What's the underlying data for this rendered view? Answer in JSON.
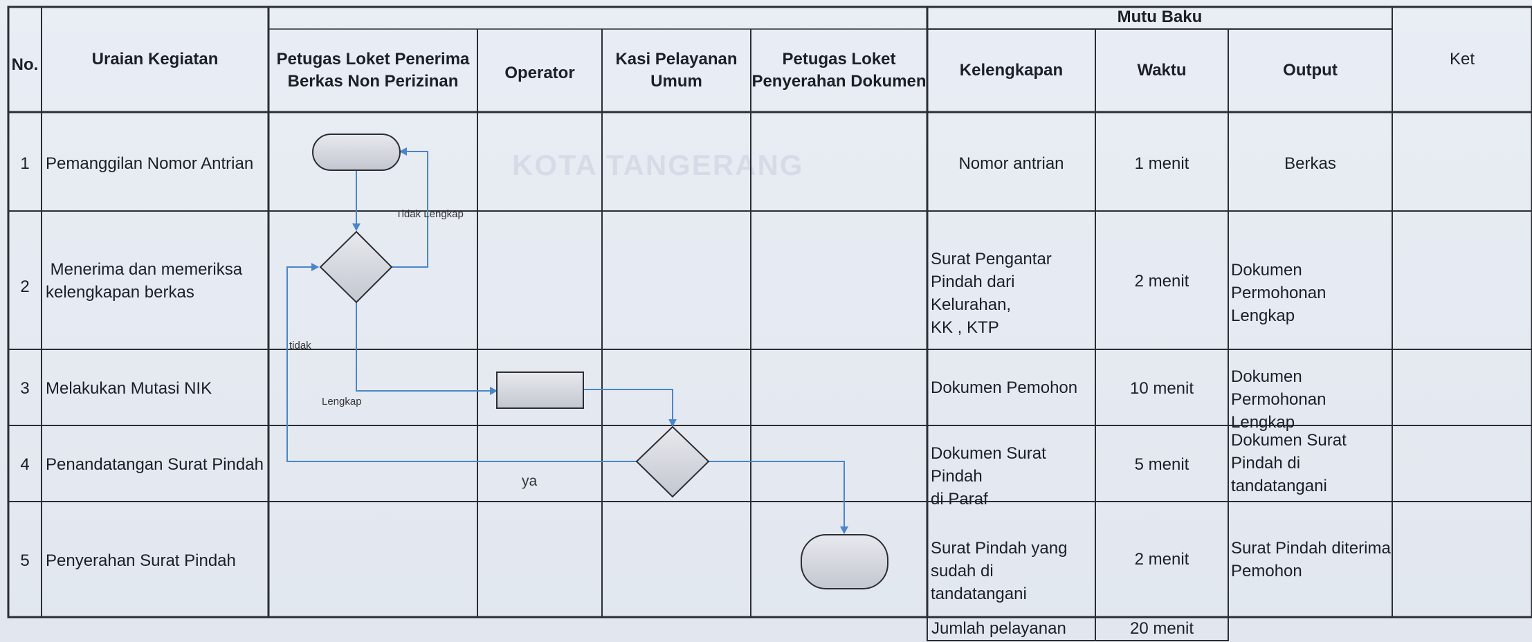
{
  "headers": {
    "no": "No.",
    "uraian": "Uraian Kegiatan",
    "petugas_penerima": "Petugas Loket Penerima\nBerkas Non Perizinan",
    "operator": "Operator",
    "kasi": "Kasi Pelayanan\nUmum",
    "petugas_penyerahan": "Petugas Loket\nPenyerahan Dokumen",
    "mutu_baku": "Mutu Baku",
    "kelengkapan": "Kelengkapan",
    "waktu": "Waktu",
    "output": "Output",
    "ket": "Ket"
  },
  "rows": [
    {
      "no": "1",
      "uraian": "Pemanggilan Nomor Antrian",
      "kelengkapan": "Nomor antrian",
      "waktu": "1 menit",
      "output": "Berkas",
      "ket": ""
    },
    {
      "no": "2",
      "uraian": " Menerima dan memeriksa\nkelengkapan berkas",
      "kelengkapan": "Surat Pengantar\nPindah dari Kelurahan,\nKK , KTP",
      "waktu": "2 menit",
      "output": "Dokumen\nPermohonan Lengkap",
      "ket": ""
    },
    {
      "no": "3",
      "uraian": "Melakukan Mutasi NIK",
      "kelengkapan": "Dokumen Pemohon",
      "waktu": "10 menit",
      "output": "Dokumen\nPermohonan Lengkap",
      "ket": ""
    },
    {
      "no": "4",
      "uraian": "Penandatangan Surat Pindah",
      "kelengkapan": "Dokumen Surat Pindah\ndi Paraf",
      "waktu": "5 menit",
      "output": "Dokumen Surat\nPindah di\ntandatangani",
      "ket": ""
    },
    {
      "no": "5",
      "uraian": "Penyerahan Surat Pindah",
      "kelengkapan": "Surat Pindah yang\nsudah di tandatangani",
      "waktu": "2 menit",
      "output": "Surat Pindah diterima\nPemohon",
      "ket": ""
    }
  ],
  "flow_labels": {
    "tidak_lengkap": "Tidak Lengkap",
    "tidak": "tidak",
    "lengkap": "Lengkap",
    "ya": "ya"
  },
  "total": {
    "label": "Jumlah pelayanan",
    "value": "20 menit"
  },
  "watermark": "KOTA TANGERANG",
  "colors": {
    "line": "#2b2d33",
    "arrow": "#4a86c8",
    "shape_fill": "#d3d6dc",
    "background": "#e6eaf1"
  }
}
